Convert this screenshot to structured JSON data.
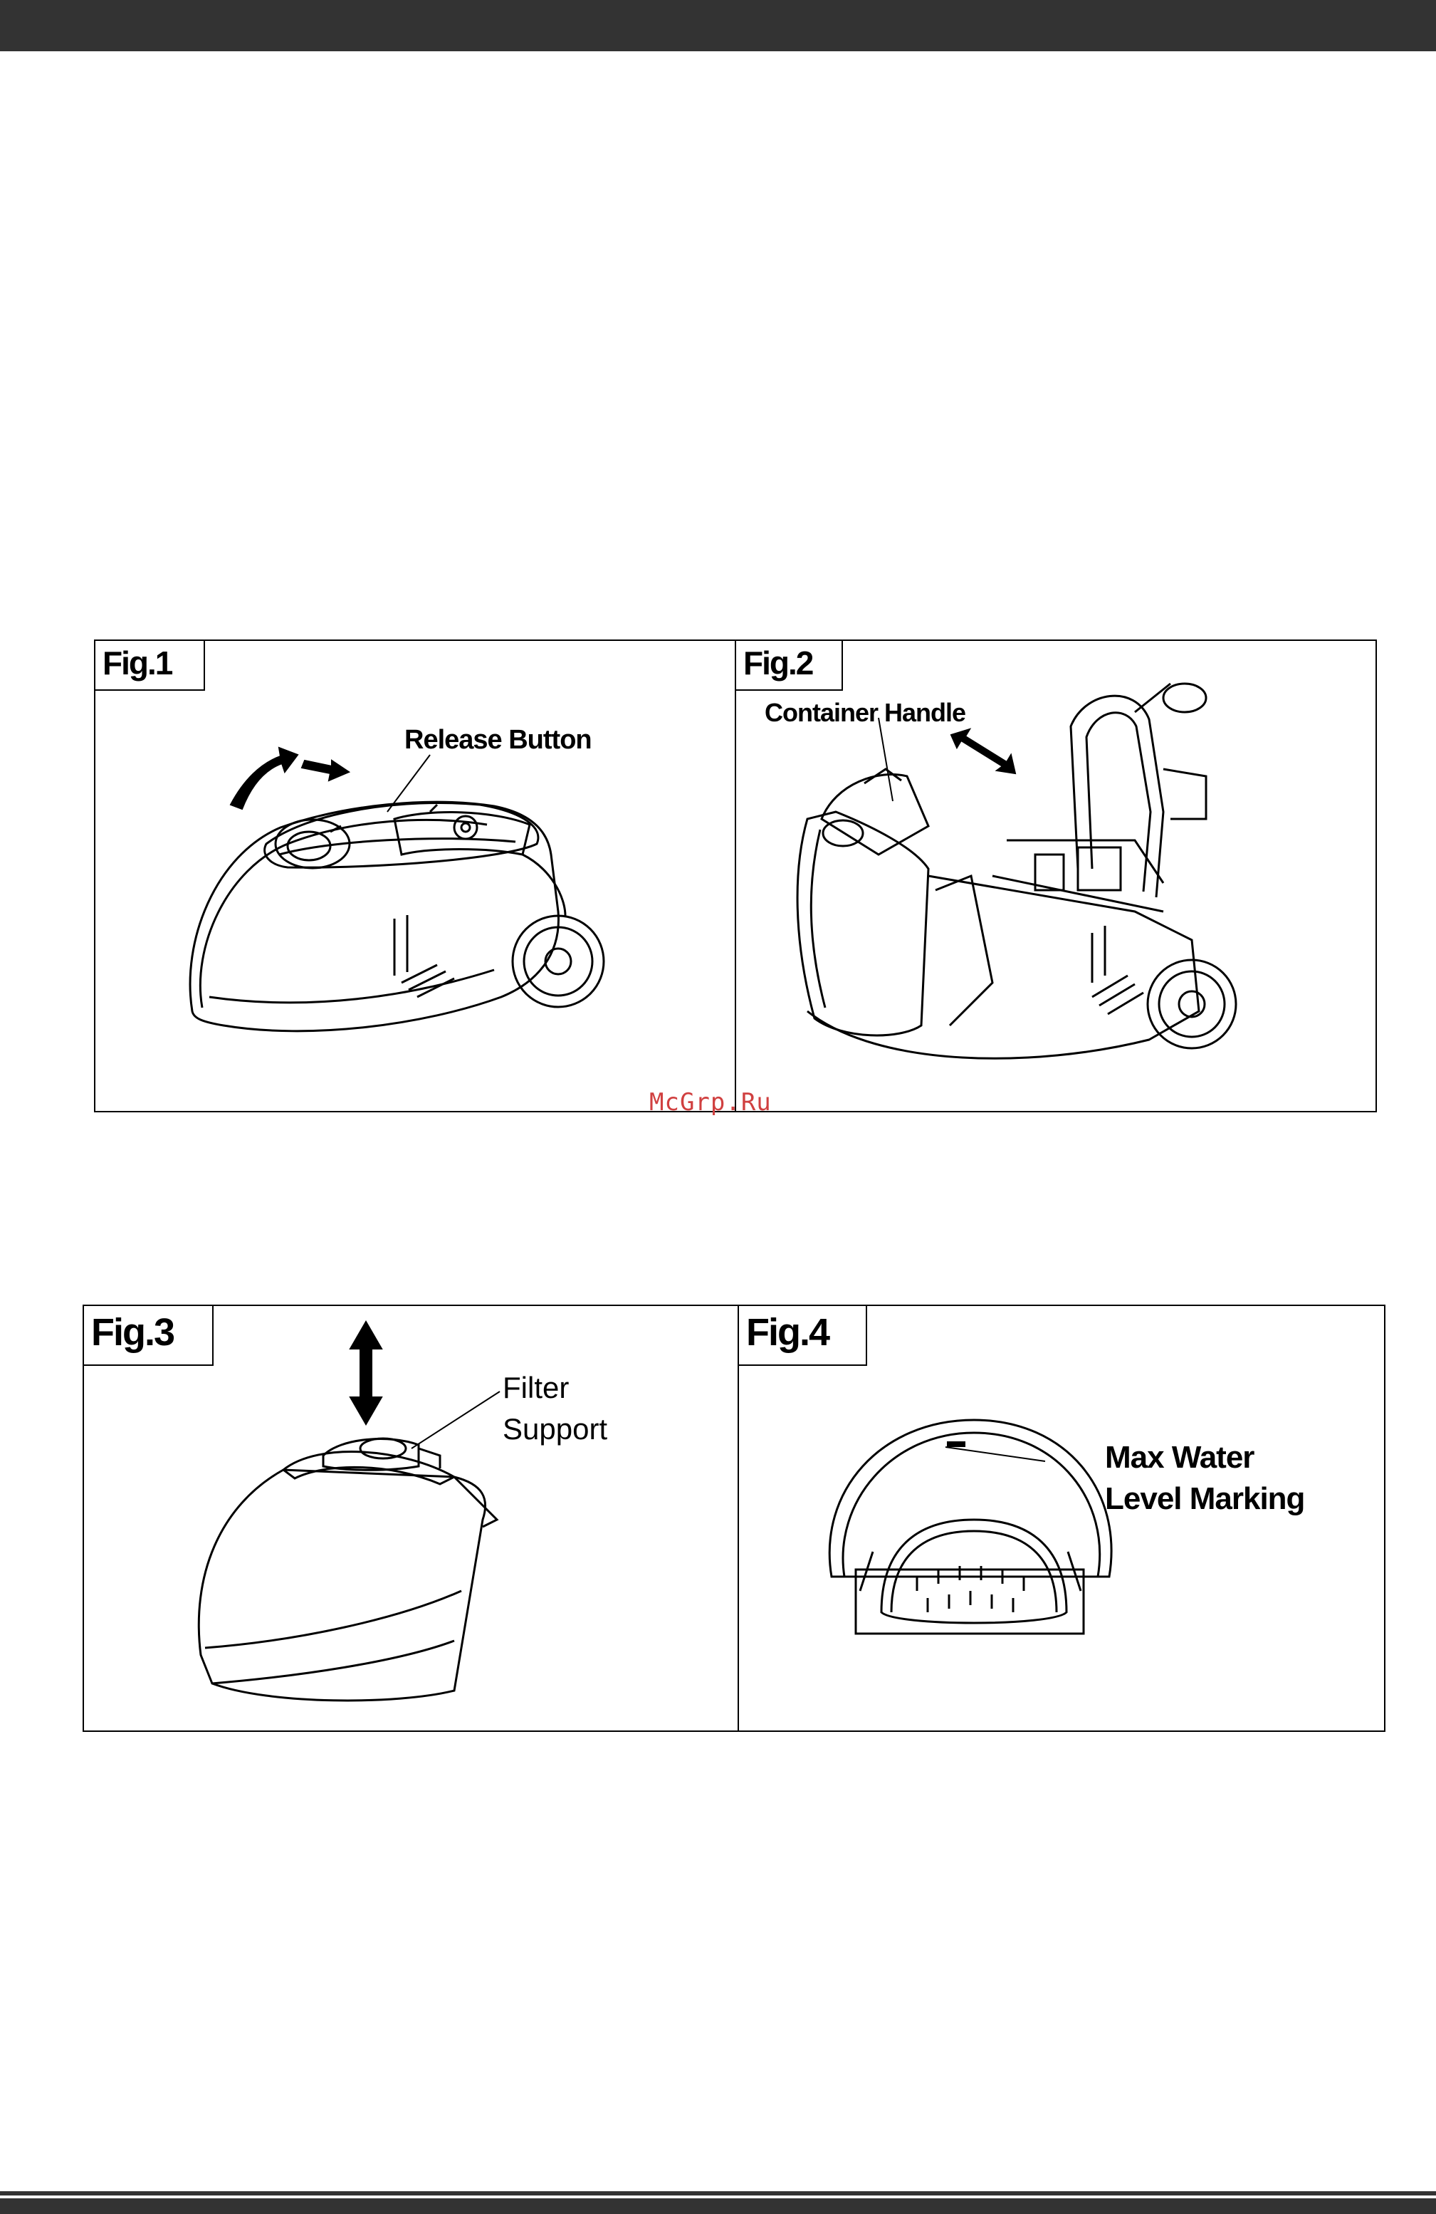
{
  "header": {
    "bar": "top"
  },
  "figures": {
    "fig1": {
      "label": "Fig.1",
      "callouts": [
        "Release Button"
      ]
    },
    "fig2": {
      "label": "Fig.2",
      "callouts": [
        "Container Handle"
      ]
    },
    "fig3": {
      "label": "Fig.3",
      "callouts": [
        "Filter\nSupport"
      ]
    },
    "fig4": {
      "label": "Fig.4",
      "callouts": [
        "Max Water\nLevel Marking"
      ]
    }
  },
  "watermark": "McGrp.Ru",
  "colors": {
    "bars": "#333333",
    "watermark": "#d04040"
  }
}
